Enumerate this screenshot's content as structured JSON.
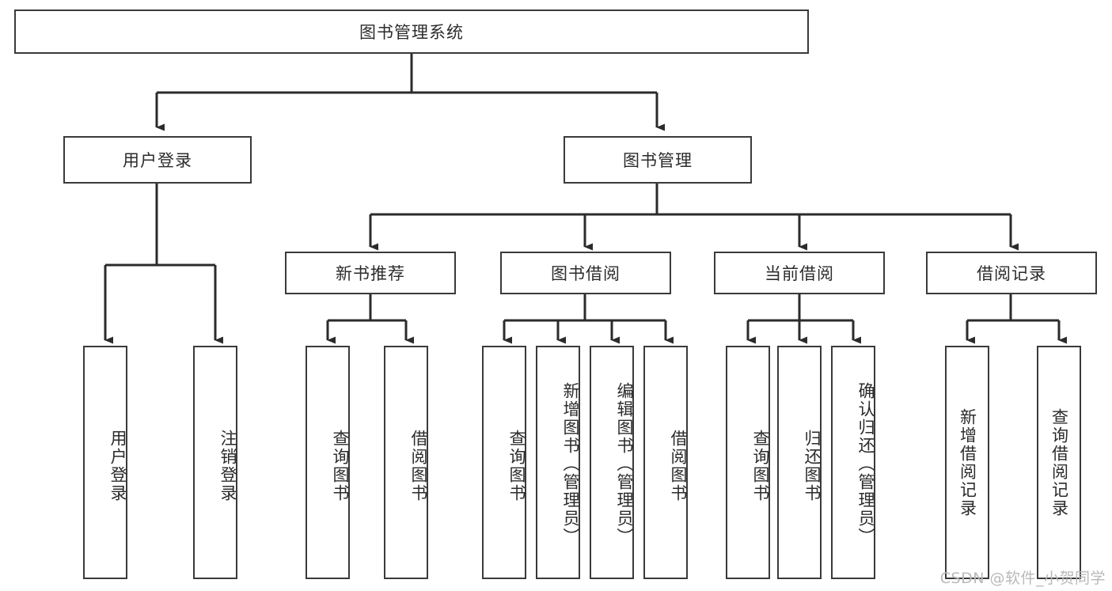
{
  "diagram": {
    "title": "图书管理系统",
    "type": "tree",
    "watermark": "CSDN @软件_小贺同学",
    "colors": {
      "box_border": "#3a3a3a",
      "box_fill": "#ffffff",
      "edge": "#2b2b2b",
      "text": "#2b2b2b",
      "watermark": "#b9b9b9"
    },
    "root": {
      "label": "图书管理系统"
    },
    "level2": [
      {
        "label": "用户登录"
      },
      {
        "label": "图书管理"
      }
    ],
    "level3": [
      {
        "label": "新书推荐"
      },
      {
        "label": "图书借阅"
      },
      {
        "label": "当前借阅"
      },
      {
        "label": "借阅记录"
      }
    ],
    "leaves": {
      "user_login": [
        {
          "label": "用户登录"
        },
        {
          "label": "注销登录"
        }
      ],
      "new_book_recommend": [
        {
          "label": "查询图书"
        },
        {
          "label": "借阅图书"
        }
      ],
      "book_borrow": [
        {
          "label": "查询图书"
        },
        {
          "label": "新增图书（管理员）"
        },
        {
          "label": "编辑图书（管理员）"
        },
        {
          "label": "借阅图书"
        }
      ],
      "current_borrow": [
        {
          "label": "查询图书"
        },
        {
          "label": "归还图书"
        },
        {
          "label": "确认归还（管理员）"
        }
      ],
      "borrow_record": [
        {
          "label": "新增借阅记录"
        },
        {
          "label": "查询借阅记录"
        }
      ]
    }
  }
}
